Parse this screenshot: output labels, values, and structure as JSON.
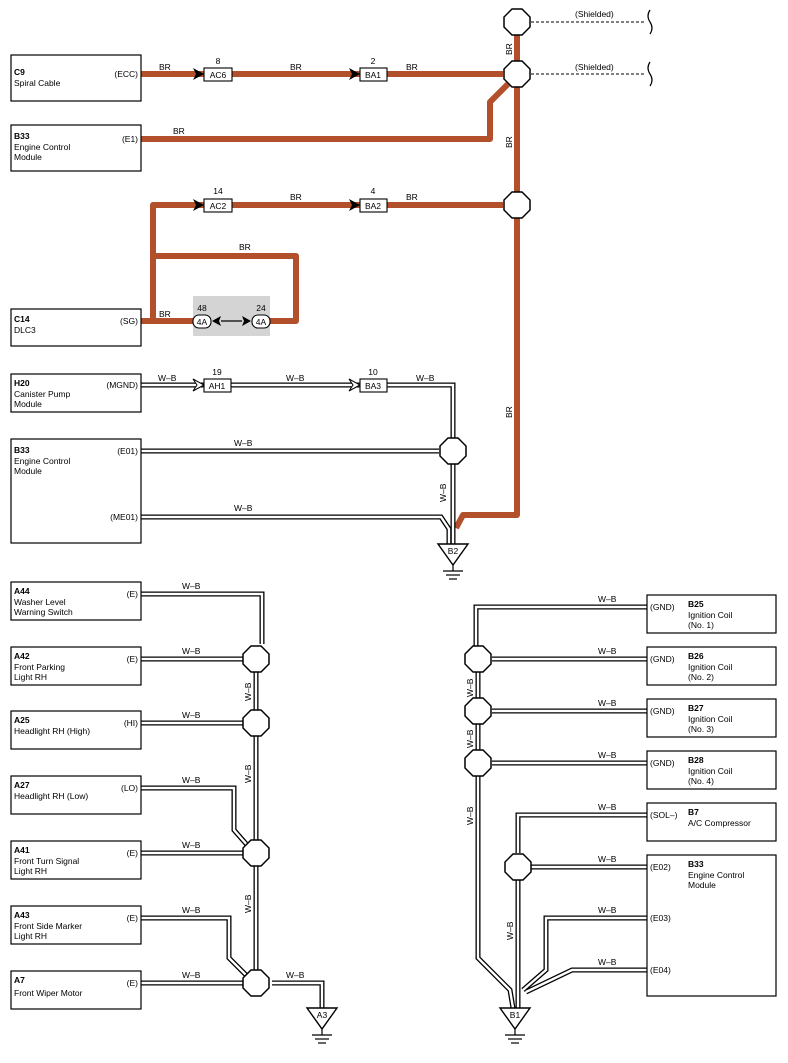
{
  "shield_label": "(Shielded)",
  "wire_colors": {
    "br": "#b2502c",
    "wb": "#000000"
  },
  "components": {
    "c9": {
      "id": "C9",
      "name1": "Spiral Cable",
      "name2": "",
      "name3": "",
      "pin": "(ECC)"
    },
    "b33a": {
      "id": "B33",
      "name1": "Engine Control",
      "name2": "Module",
      "name3": "",
      "pin": "(E1)"
    },
    "c14": {
      "id": "C14",
      "name1": "DLC3",
      "name2": "",
      "name3": "",
      "pin": "(SG)"
    },
    "h20": {
      "id": "H20",
      "name1": "Canister Pump",
      "name2": "Module",
      "name3": "",
      "pin": "(MGND)"
    },
    "b33b": {
      "id": "B33",
      "name1": "Engine Control",
      "name2": "Module",
      "name3": "",
      "pin1": "(E01)",
      "pin2": "(ME01)"
    },
    "a44": {
      "id": "A44",
      "name1": "Washer Level",
      "name2": "Warning Switch",
      "pin": "(E)"
    },
    "a42": {
      "id": "A42",
      "name1": "Front Parking",
      "name2": "Light RH",
      "pin": "(E)"
    },
    "a25": {
      "id": "A25",
      "name1": "Headlight RH (High)",
      "name2": "",
      "pin": "(HI)"
    },
    "a27": {
      "id": "A27",
      "name1": "Headlight RH (Low)",
      "name2": "",
      "pin": "(LO)"
    },
    "a41": {
      "id": "A41",
      "name1": "Front Turn Signal",
      "name2": "Light RH",
      "pin": "(E)"
    },
    "a43": {
      "id": "A43",
      "name1": "Front Side Marker",
      "name2": "Light RH",
      "pin": "(E)"
    },
    "a7": {
      "id": "A7",
      "name1": "Front Wiper Motor",
      "name2": "",
      "pin": "(E)"
    },
    "b25": {
      "id": "B25",
      "name1": "Ignition Coil",
      "name2": "(No. 1)",
      "pin": "(GND)"
    },
    "b26": {
      "id": "B26",
      "name1": "Ignition Coil",
      "name2": "(No. 2)",
      "pin": "(GND)"
    },
    "b27": {
      "id": "B27",
      "name1": "Ignition Coil",
      "name2": "(No. 3)",
      "pin": "(GND)"
    },
    "b28": {
      "id": "B28",
      "name1": "Ignition Coil",
      "name2": "(No. 4)",
      "pin": "(GND)"
    },
    "b7": {
      "id": "B7",
      "name1": "A/C Compressor",
      "name2": "",
      "pin": "(SOL–)"
    },
    "b33c": {
      "id": "B33",
      "name1": "Engine Control",
      "name2": "Module",
      "pin1": "(E02)",
      "pin2": "(E03)",
      "pin3": "(E04)"
    }
  },
  "connectors": {
    "ac6": {
      "label": "AC6",
      "pin": "8"
    },
    "ba1": {
      "label": "BA1",
      "pin": "2"
    },
    "ac2": {
      "label": "AC2",
      "pin": "14"
    },
    "ba2": {
      "label": "BA2",
      "pin": "4"
    },
    "dlc_a": {
      "label": "4A",
      "pin": "48"
    },
    "dlc_b": {
      "label": "4A",
      "pin": "24"
    },
    "ah1": {
      "label": "AH1",
      "pin": "19"
    },
    "ba3": {
      "label": "BA3",
      "pin": "10"
    }
  },
  "wire_labels": {
    "br": "BR",
    "wb": "W–B"
  },
  "grounds": {
    "b2": "B2",
    "a3": "A3",
    "b1": "B1"
  }
}
